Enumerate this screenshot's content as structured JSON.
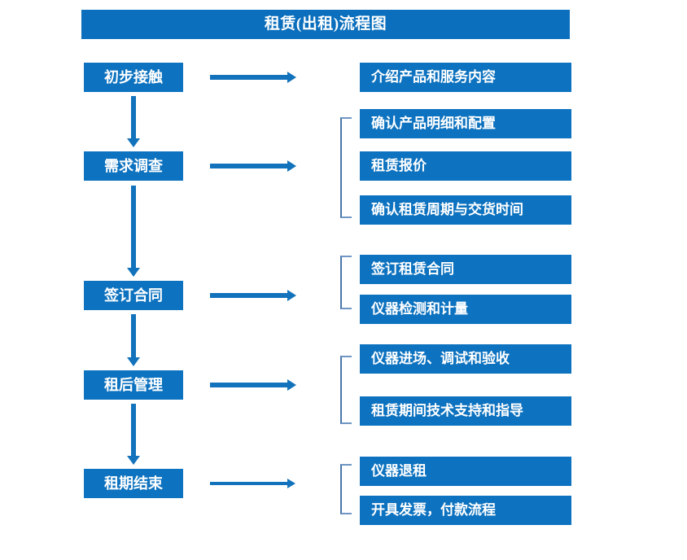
{
  "title": "租赁(出租)流程图",
  "colors": {
    "box_fill": "#0d72bf",
    "title_fill": "#0b6fbd",
    "arrow": "#1272bb",
    "bracket": "#4a76ab",
    "text": "#ffffff",
    "background": "#ffffff"
  },
  "stages": [
    {
      "label": "初步接触"
    },
    {
      "label": "需求调查"
    },
    {
      "label": "签订合同"
    },
    {
      "label": "租后管理"
    },
    {
      "label": "租期结束"
    }
  ],
  "details": [
    {
      "label": "介绍产品和服务内容"
    },
    {
      "label": "确认产品明细和配置"
    },
    {
      "label": "租赁报价"
    },
    {
      "label": "确认租赁周期与交货时间"
    },
    {
      "label": "签订租赁合同"
    },
    {
      "label": "仪器检测和计量"
    },
    {
      "label": "仪器进场、调试和验收"
    },
    {
      "label": "租赁期间技术支持和指导"
    },
    {
      "label": "仪器退租"
    },
    {
      "label": "开具发票，付款流程"
    }
  ],
  "connectors": {
    "stage_to_detail": "right-arrow",
    "stage_to_stage": "down-arrow",
    "detail_group": "square-bracket"
  }
}
